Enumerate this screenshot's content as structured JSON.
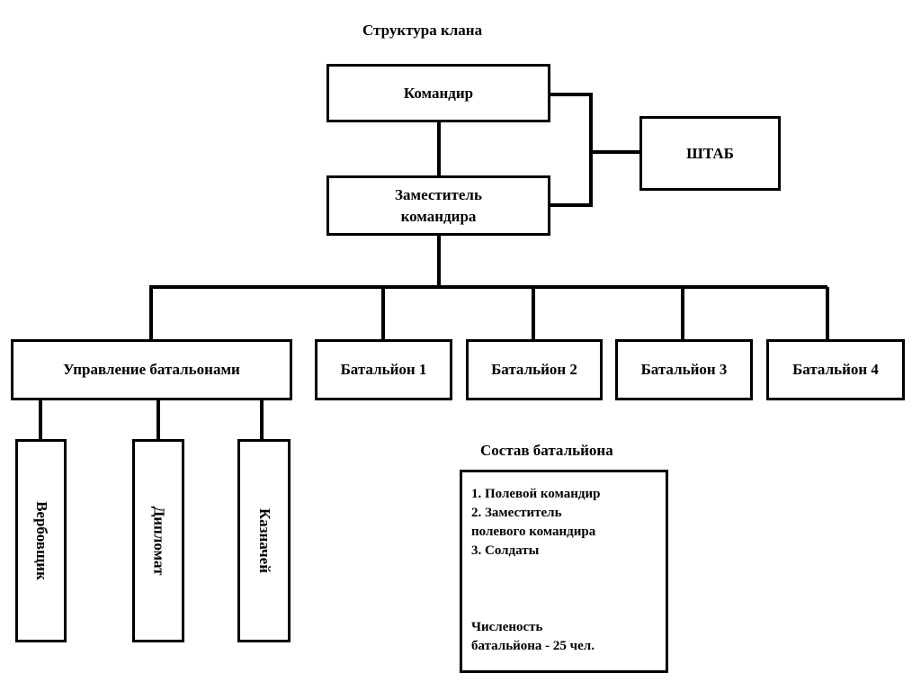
{
  "title": "Структура клана",
  "nodes": {
    "commander": "Командир",
    "headquarters": "ШТАБ",
    "deputy_line1": "Заместитель",
    "deputy_line2": "командира",
    "battalion_management": "Управление батальонами",
    "battalions": [
      "Батальйон 1",
      "Батальйон 2",
      "Батальйон 3",
      "Батальйон 4"
    ],
    "management_roles": [
      "Вербовщик",
      "Дипломат",
      "Казначей"
    ]
  },
  "battalion_composition": {
    "title": "Состав батальйона",
    "items": [
      "1. Полевой командир",
      "2. Заместитель",
      "полевого командира",
      "3. Солдаты"
    ],
    "strength_line1": "Численость",
    "strength_line2": "батальйона - 25 чел."
  }
}
